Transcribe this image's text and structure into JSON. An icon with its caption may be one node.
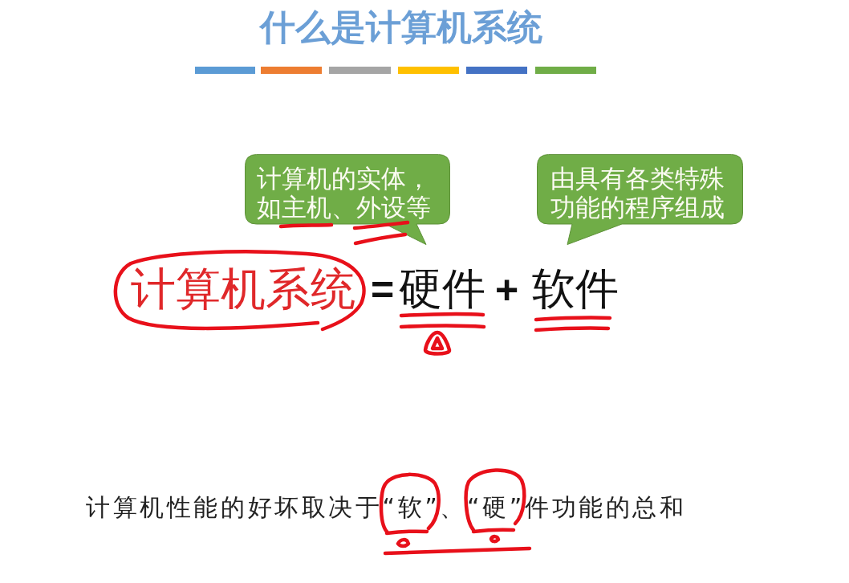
{
  "diagram": {
    "title": "什么是计算机系统",
    "nodes": [
      {
        "text": [
          "计算机的实体，如主机、外设等"
        ]
      },
      {
        "text": [
          "由具有各类特殊功能的程序组成"
        ]
      }
    ],
    "labels": [
      "计算机系统",
      "=",
      "硬件",
      "+",
      "软件",
      "计算机性能的好坏取决于“软”、“硬”件功能的总和"
    ]
  }
}
